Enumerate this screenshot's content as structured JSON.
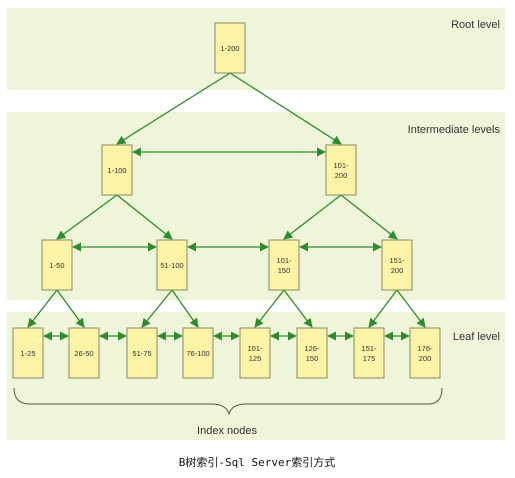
{
  "levels": {
    "root": "Root level",
    "intermediate": "Intermediate levels",
    "leaf": "Leaf level"
  },
  "nodes": {
    "root": [
      "1-200"
    ],
    "intermediate": [
      "1-100",
      "101-\n200"
    ],
    "lower": [
      "1-50",
      "51-100",
      "101-\n150",
      "151-\n200"
    ],
    "leaf": [
      "1-25",
      "26-50",
      "51-75",
      "76-100",
      "101-\n125",
      "126-\n150",
      "151-\n175",
      "176-\n200"
    ]
  },
  "index_label": "Index nodes",
  "caption": "B树索引-Sql Server索引方式",
  "colors": {
    "band": "#eef5d8",
    "node_fill": "#fbf3a6",
    "edge": "#2e8b2e"
  }
}
